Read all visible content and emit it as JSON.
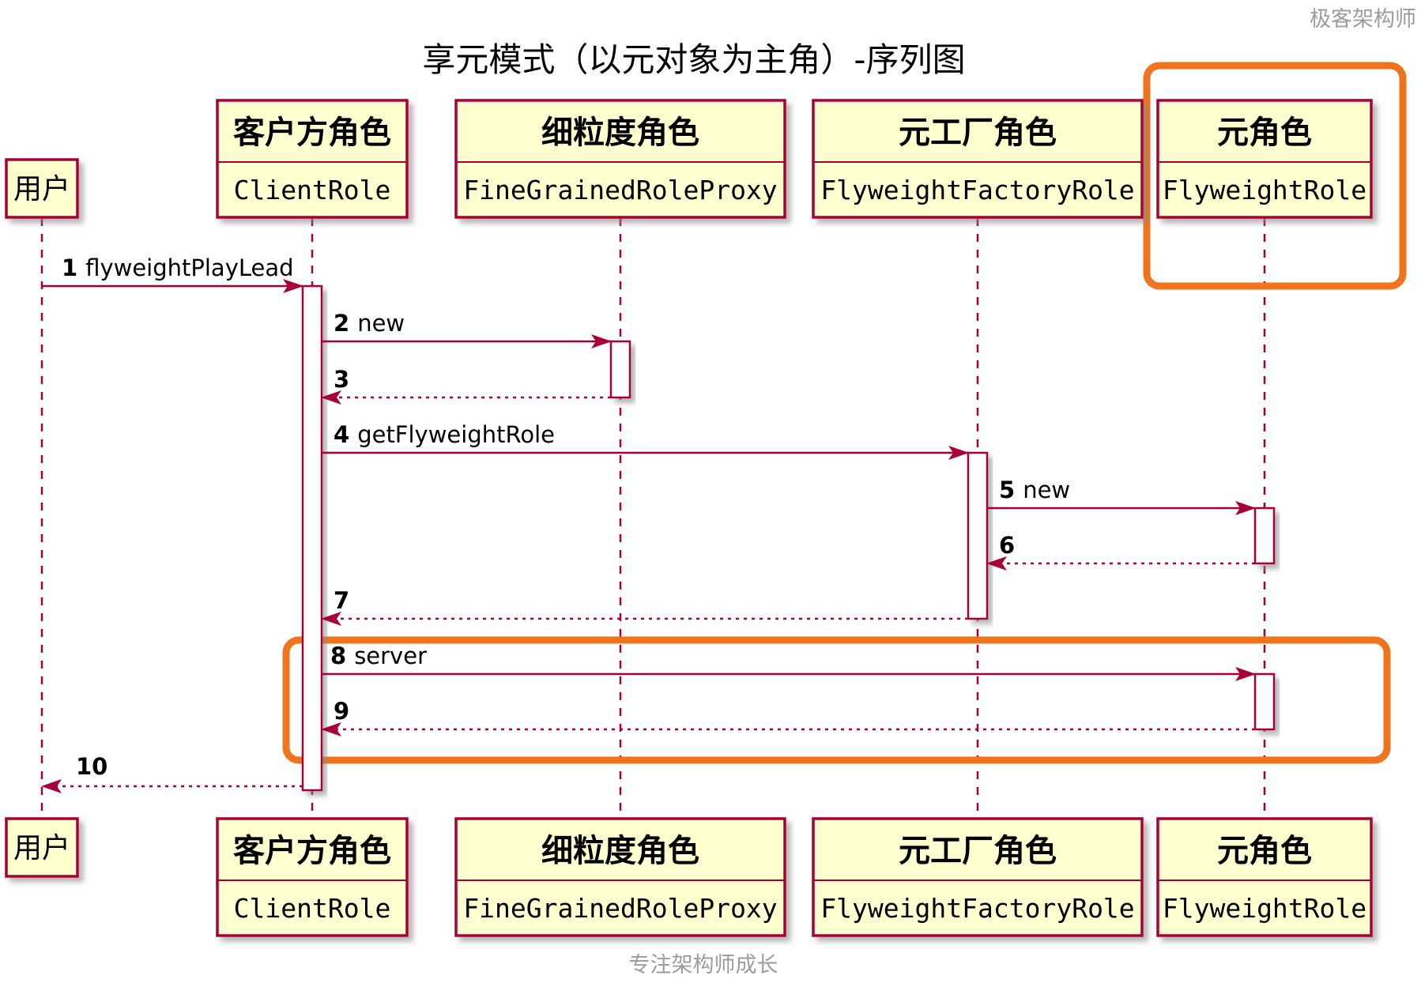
{
  "page": {
    "title": "享元模式（以元对象为主角）-序列图",
    "watermark_top": "极客架构师",
    "watermark_bottom": "专注架构师成长"
  },
  "actor": {
    "name": "用户"
  },
  "participants": [
    {
      "name": "客户方角色",
      "class_name": "ClientRole"
    },
    {
      "name": "细粒度角色",
      "class_name": "FineGrainedRoleProxy"
    },
    {
      "name": "元工厂角色",
      "class_name": "FlyweightFactoryRole"
    },
    {
      "name": "元角色",
      "class_name": "FlyweightRole"
    }
  ],
  "messages": [
    {
      "num": "1",
      "label": "flyweightPlayLead"
    },
    {
      "num": "2",
      "label": "new"
    },
    {
      "num": "3",
      "label": ""
    },
    {
      "num": "4",
      "label": "getFlyweightRole"
    },
    {
      "num": "5",
      "label": "new"
    },
    {
      "num": "6",
      "label": ""
    },
    {
      "num": "7",
      "label": ""
    },
    {
      "num": "8",
      "label": "server"
    },
    {
      "num": "9",
      "label": ""
    },
    {
      "num": "10",
      "label": ""
    }
  ],
  "colors": {
    "line": "#A80036",
    "participant_fill": "#FEFECE",
    "highlight": "#F1731D",
    "watermark": "#9c9c9c"
  }
}
